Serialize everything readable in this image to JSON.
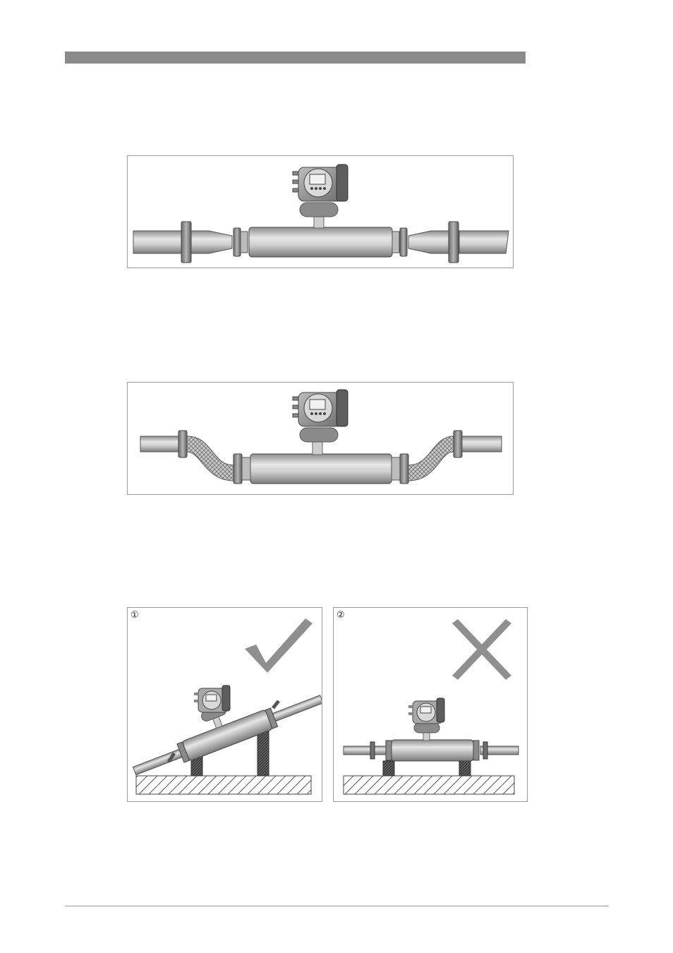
{
  "header": {
    "bar_color": "#8a8a8a"
  },
  "figures": [
    {
      "id": "installation-with-reducers",
      "shows": "pipe-with-reducers"
    },
    {
      "id": "installation-with-flexible-hoses",
      "shows": "flexible-hoses"
    },
    {
      "id": "correct-installation",
      "marker": "①",
      "status_icon": "check-icon",
      "status": "correct"
    },
    {
      "id": "incorrect-installation",
      "marker": "②",
      "status_icon": "cross-icon",
      "status": "incorrect"
    }
  ],
  "colors": {
    "icon_gray": "#8f8f8f",
    "frame": "#9a9a9a",
    "pipe_dark": "#6f6f6f",
    "pipe_light": "#e4e4e4"
  }
}
